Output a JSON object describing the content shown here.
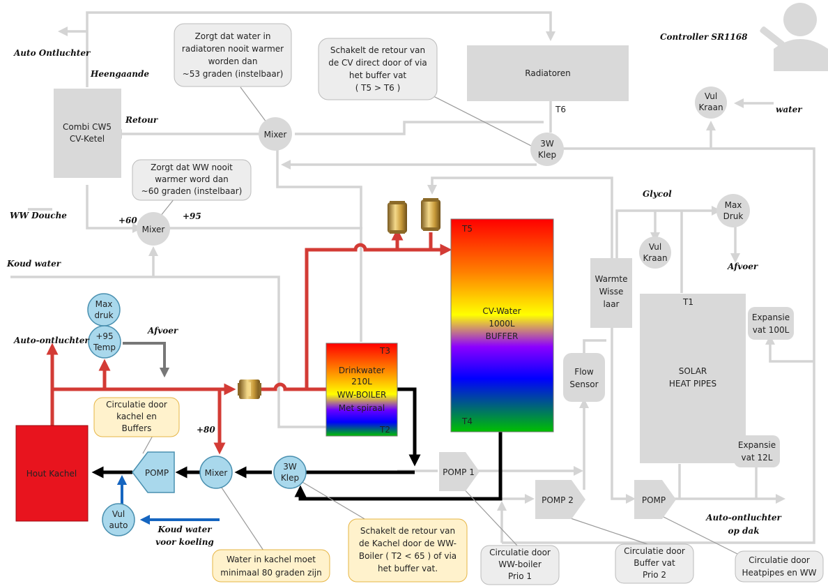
{
  "colors": {
    "hot": "#d33b35",
    "black": "#000000",
    "cold": "#1565c0",
    "pipe": "#d4d4d4",
    "component": "#d9d9d9",
    "kachel": "#e8141e",
    "callout_yellow": "#fff2cc"
  },
  "icons": {
    "controller": "person-icon",
    "valve": "brass-valve-icon"
  },
  "labels": {
    "auto_ontluchter_top": "Auto Ontluchter",
    "heengaande": "Heengaande",
    "retour": "Retour",
    "ww_douche": "WW Douche",
    "koud_water": "Koud water",
    "auto_ontluchter_left": "Auto-ontluchter",
    "afvoer_left": "Afvoer",
    "koud_water_koeling": [
      "Koud water",
      "voor koeling"
    ],
    "controller": "Controller SR1168",
    "water": "water",
    "glycol": "Glycol",
    "afvoer_right": "Afvoer",
    "auto_ontluchter_dak": [
      "Auto-ontluchter",
      "op dak"
    ],
    "plus60": "+60",
    "plus95": "+95",
    "plus80": "+80",
    "t6": "T6",
    "t1": "T1"
  },
  "components": {
    "combi": [
      "Combi CW5",
      "CV-Ketel"
    ],
    "radiatoren": "Radiatoren",
    "mixer_top": "Mixer",
    "mixer_ww": "Mixer",
    "mixer_kachel": "Mixer",
    "klep_top": [
      "3W",
      "Klep"
    ],
    "klep_bottom": [
      "3W",
      "Klep"
    ],
    "vul_kraan_top": [
      "Vul",
      "Kraan"
    ],
    "vul_kraan_glycol": [
      "Vul",
      "Kraan"
    ],
    "max_druk_glycol": [
      "Max",
      "Druk"
    ],
    "max_druk_left": [
      "Max",
      "druk"
    ],
    "temp": [
      "+95",
      "Temp"
    ],
    "vul_auto": [
      "Vul",
      "auto"
    ],
    "hout_kachel": "Hout Kachel",
    "pomp_kachel": "POMP",
    "pomp1": "POMP 1",
    "pomp2": "POMP 2",
    "pomp_solar": "POMP",
    "boiler": {
      "t3": "T3",
      "t2": "T2",
      "lines": [
        "Drinkwater",
        "210L",
        "WW-BOILER",
        "Met spiraal"
      ]
    },
    "buffer": {
      "t5": "T5",
      "t4": "T4",
      "lines": [
        "CV-Water",
        "1000L",
        "BUFFER"
      ]
    },
    "warmte": [
      "Warmte",
      "Wisse",
      "laar"
    ],
    "flow": [
      "Flow",
      "Sensor"
    ],
    "solar": [
      "SOLAR",
      "HEAT PIPES"
    ],
    "expansie100": [
      "Expansie",
      "vat 100L"
    ],
    "expansie12": [
      "Expansie",
      "vat 12L"
    ]
  },
  "callouts": {
    "radiator_note": [
      "Zorgt dat water in",
      "radiatoren nooit warmer",
      "worden dan",
      "~53 graden (instelbaar)"
    ],
    "retour_note": [
      "Schakelt de retour van",
      "de CV direct door of via",
      "het buffer vat",
      "( T5 > T6 )"
    ],
    "ww_note": [
      "Zorgt dat WW nooit",
      "warmer word dan",
      "~60 graden (instelbaar)"
    ],
    "circ_kachel": [
      "Circulatie door",
      "kachel en",
      "Buffers"
    ],
    "kachel_temp": [
      "Water in kachel moet",
      "minimaal 80 graden zijn"
    ],
    "klep_note": [
      "Schakelt de retour van",
      "de Kachel door de WW-",
      "Boiler ( T2 < 65 ) of via",
      "het buffer vat."
    ],
    "prio1": [
      "Circulatie door",
      "WW-boiler",
      "Prio 1"
    ],
    "prio2": [
      "Circulatie door",
      "Buffer vat",
      "Prio 2"
    ],
    "heatpipes": [
      "Circulatie door",
      "Heatpipes en WW"
    ]
  }
}
